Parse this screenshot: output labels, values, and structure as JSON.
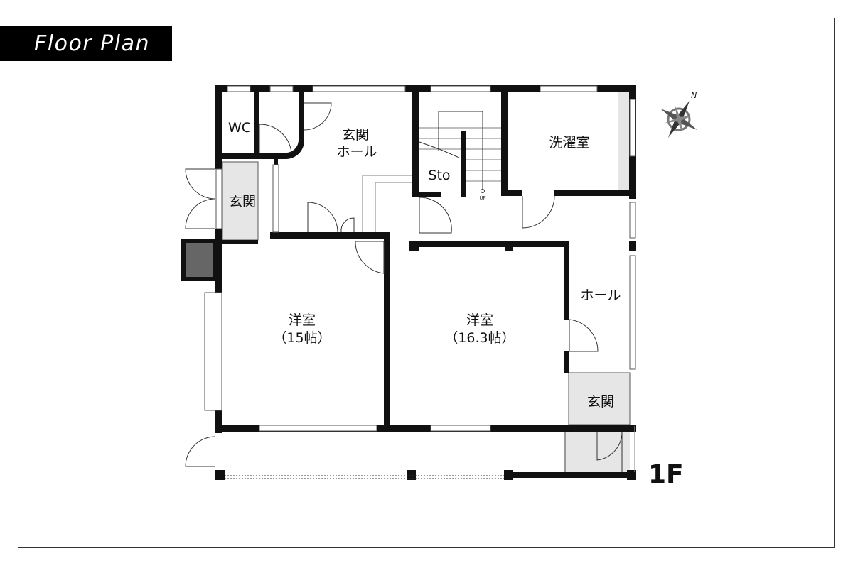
{
  "title": "Floor Plan",
  "floor": "1F",
  "compass": {
    "north_label": "N"
  },
  "rooms": {
    "wc": "WC",
    "entrance_hall_line1": "玄関",
    "entrance_hall_line2": "ホール",
    "entrance_west": "玄関",
    "storage": "Sto",
    "laundry": "洗濯室",
    "western_room_1_name": "洋室",
    "western_room_1_size": "（15帖）",
    "western_room_2_name": "洋室",
    "western_room_2_size": "（16.3帖）",
    "hall": "ホール",
    "entrance_east": "玄関"
  },
  "stairs": {
    "direction_label": "UP"
  },
  "colors": {
    "wall": "#111111",
    "shade": "#e6e6e6",
    "chimney": "#666666"
  }
}
